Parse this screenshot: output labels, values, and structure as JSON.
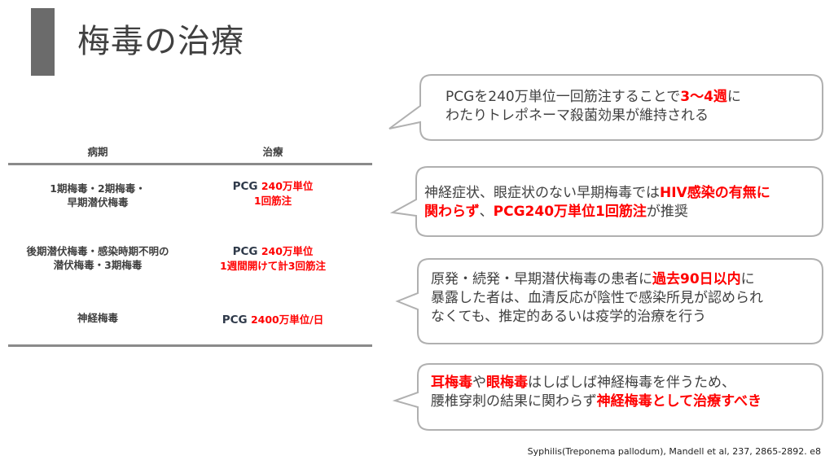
{
  "slide": {
    "title": "梅毒の治療"
  },
  "table": {
    "headers": [
      "病期",
      "治療"
    ],
    "rows": [
      {
        "stage": [
          "1期梅毒・2期梅毒・",
          "早期潜伏梅毒"
        ],
        "drug": "PCG",
        "dose": "240万単位",
        "regimen": "1回筋注"
      },
      {
        "stage": [
          "後期潜伏梅毒・感染時期不明の",
          "潜伏梅毒・3期梅毒"
        ],
        "drug": "PCG",
        "dose": "240万単位",
        "regimen": "1週間開けて計3回筋注"
      },
      {
        "stage": [
          "神経梅毒"
        ],
        "drug": "PCG",
        "dose": "2400万単位/日",
        "regimen": ""
      }
    ]
  },
  "callouts": [
    {
      "lines": [
        [
          "PCGを240万単位一回筋注することで",
          "3〜4週",
          "に"
        ],
        [
          "わたりトレポネーマ殺菌効果が維持される"
        ]
      ]
    },
    {
      "lines": [
        [
          "神経症状、眼症状のない早期梅毒では",
          "HIV感染の有無に"
        ],
        [
          "関わらず",
          "、",
          "PCG240万単位1回筋注",
          "が推奨"
        ]
      ]
    },
    {
      "lines": [
        [
          "原発・続発・早期潜伏梅毒の患者に",
          "過去90日以内",
          "に"
        ],
        [
          "暴露した者は、血清反応が陰性で感染所見が認められ"
        ],
        [
          "なくても、推定的あるいは疫学的治療を行う"
        ]
      ]
    },
    {
      "lines": [
        [
          "耳梅毒",
          "や",
          "眼梅毒",
          "はしばしば神経梅毒を伴うため、"
        ],
        [
          "腰椎穿刺の結果に関わらず",
          "神経梅毒として治療すべき"
        ]
      ]
    }
  ],
  "reference": "Syphilis(Treponema pallodum), Mandell et al, 237, 2865-2892. e8",
  "colors": {
    "accent": "#ff0000",
    "text": "#404040",
    "bar": "#6b6b6b",
    "border": "#b0b0b0"
  }
}
